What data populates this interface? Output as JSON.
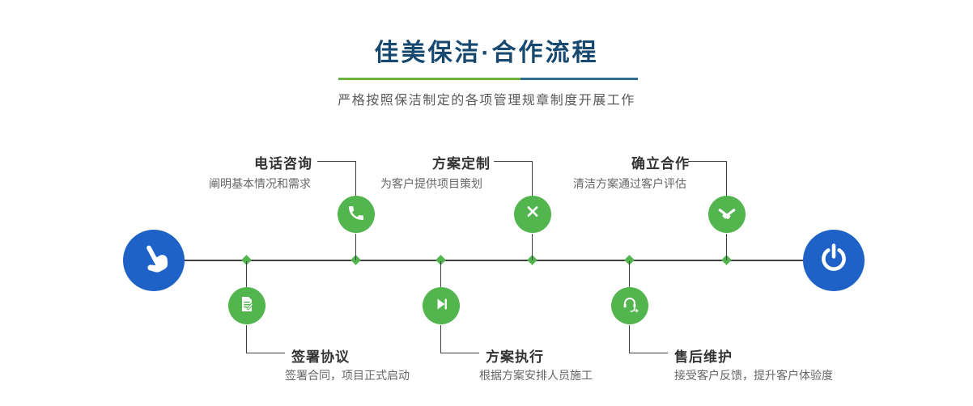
{
  "page": {
    "title": "佳美保洁·合作流程",
    "subtitle": "严格按照保洁制定的各项管理规章制度开展工作"
  },
  "process": {
    "start_icon": "pointing-hand-icon",
    "end_icon": "power-icon",
    "top_steps": [
      {
        "title": "电话咨询",
        "desc": "阐明基本情况和需求",
        "icon": "phone-icon"
      },
      {
        "title": "方案定制",
        "desc": "为客户提供项目策划",
        "icon": "design-tools-icon"
      },
      {
        "title": "确立合作",
        "desc": "清洁方案通过客户评估",
        "icon": "handshake-icon"
      }
    ],
    "bottom_steps": [
      {
        "title": "签署协议",
        "desc": "签署合同，项目正式启动",
        "icon": "contract-icon"
      },
      {
        "title": "方案执行",
        "desc": "根据方案安排人员施工",
        "icon": "play-next-icon"
      },
      {
        "title": "售后维护",
        "desc": "接受客户反馈，提升客户体验度",
        "icon": "customer-service-icon"
      }
    ]
  },
  "colors": {
    "accent_green": "#52b54e",
    "accent_blue": "#1e62c8",
    "title_navy": "#17486f",
    "divider_green": "#6db33f",
    "divider_blue": "#2f6e91",
    "line": "#3f3f3f"
  }
}
